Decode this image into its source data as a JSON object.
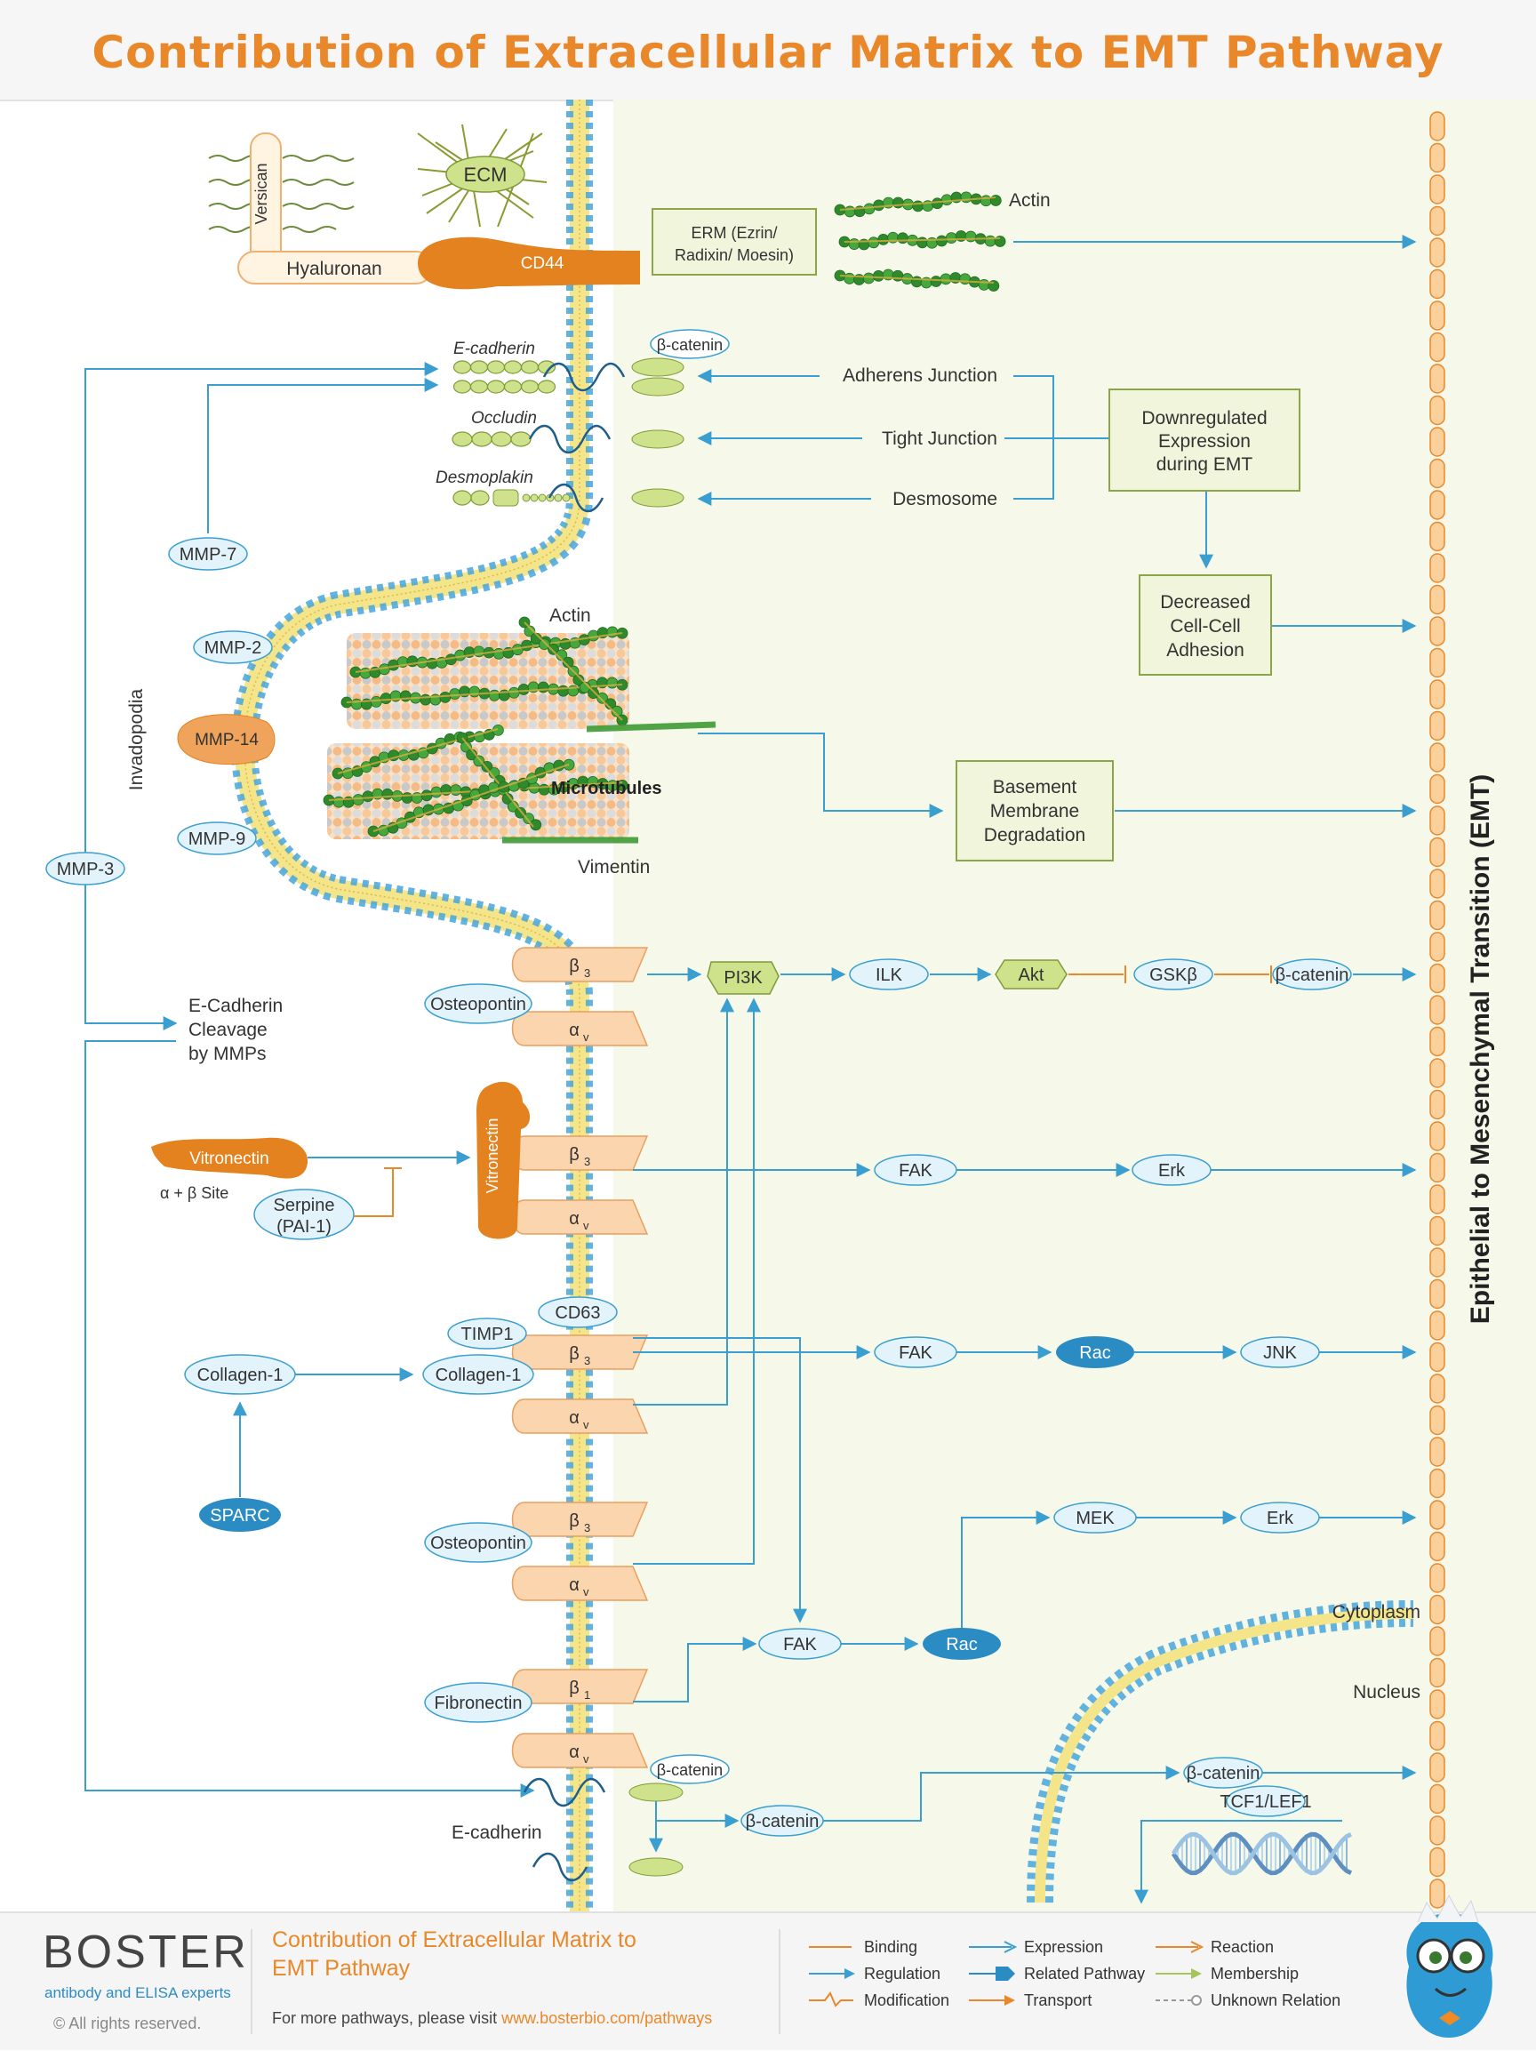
{
  "title": "Contribution of Extracellular Matrix to EMT Pathway",
  "colors": {
    "title": "#e8882a",
    "regulation": "#3a9fd0",
    "binding": "#e8882a",
    "membership": "#a4c45c",
    "box_fill": "#f0f5dc",
    "box_border": "#8aa648"
  },
  "top": {
    "versican": "Versican",
    "ecm": "ECM",
    "hyaluronan": "Hyaluronan",
    "cd44": "CD44",
    "erm_line1": "ERM (Ezrin/",
    "erm_line2": "Radixin/ Moesin)",
    "actin": "Actin"
  },
  "junctions": {
    "e_cadherin": "E-cadherin",
    "beta_catenin": "β-catenin",
    "occludin": "Occludin",
    "desmoplakin": "Desmoplakin",
    "adherens": "Adherens Junction",
    "tight": "Tight Junction",
    "desmosome": "Desmosome"
  },
  "boxes": {
    "downregulated": [
      "Downregulated",
      "Expression",
      "during EMT"
    ],
    "decreased": [
      "Decreased",
      "Cell-Cell",
      "Adhesion"
    ],
    "basement": [
      "Basement",
      "Membrane",
      "Degradation"
    ]
  },
  "invadopodia": {
    "label": "Invadopodia",
    "mmp7": "MMP-7",
    "mmp2": "MMP-2",
    "mmp14": "MMP-14",
    "mmp9": "MMP-9",
    "mmp3": "MMP-3",
    "actin": "Actin",
    "microtubules": "Microtubules",
    "vimentin": "Vimentin"
  },
  "cleavage": [
    "E-Cadherin",
    "Cleavage",
    "by MMPs"
  ],
  "integrin": {
    "beta3": "β",
    "beta3_sub": "3",
    "beta1_sub": "1",
    "alpha": "α",
    "alpha_sub": "v"
  },
  "row_osteopontin1": {
    "osteopontin": "Osteopontin",
    "pi3k": "PI3K",
    "ilk": "ILK",
    "akt": "Akt",
    "gsk": "GSKβ",
    "bcat": "β-catenin"
  },
  "row_vitronectin": {
    "vitronectin": "Vitronectin",
    "site_line": "α  + β  Site",
    "serpine1": "Serpine",
    "serpine2": "(PAI-1)",
    "fak": "FAK",
    "erk": "Erk"
  },
  "row_collagen": {
    "cd63": "CD63",
    "timp1": "TIMP1",
    "collagen_ext": "Collagen-1",
    "collagen_bound": "Collagen-1",
    "sparc": "SPARC",
    "fak": "FAK",
    "rac": "Rac",
    "jnk": "JNK"
  },
  "row_osteopontin2": {
    "osteopontin": "Osteopontin",
    "mek": "MEK",
    "erk": "Erk"
  },
  "row_fibronectin": {
    "fibronectin": "Fibronectin",
    "fak": "FAK",
    "rac": "Rac"
  },
  "row_ecad": {
    "bcat1": "β-catenin",
    "bcat2": "β-catenin",
    "bcat3": "β-catenin",
    "tcf": "TCF1/LEF1",
    "ecad": "E-cadherin"
  },
  "nucleus": {
    "cytoplasm": "Cytoplasm",
    "nucleus": "Nucleus"
  },
  "emt_label": "Epithelial to Mesenchymal Transition (EMT)",
  "footer": {
    "brand": "BOSTER",
    "tagline": "antibody and ELISA experts",
    "copyright": "© All rights reserved.",
    "title_line1": "Contribution of Extracellular Matrix to",
    "title_line2": "EMT Pathway",
    "visit": "For more pathways, please visit ",
    "url": "www.bosterbio.com/pathways",
    "legend": [
      "Binding",
      "Expression",
      "Reaction",
      "Regulation",
      "Related Pathway",
      "Membership",
      "Modification",
      "Transport",
      "Unknown Relation"
    ]
  }
}
